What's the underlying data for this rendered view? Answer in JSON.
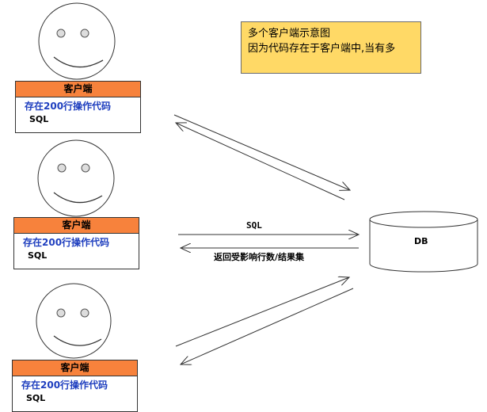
{
  "note": {
    "line1": "多个客户端示意图",
    "line2": "因为代码存在于客户端中,当有多"
  },
  "clients": [
    {
      "header": "客户端",
      "line1": "存在200行操作代码",
      "line2": "SQL"
    },
    {
      "header": "客户端",
      "line1": "存在200行操作代码",
      "line2": "SQL"
    },
    {
      "header": "客户端",
      "line1": "存在200行操作代码",
      "line2": "SQL"
    }
  ],
  "arrows": {
    "request_label": "SQL",
    "response_label": "返回受影响行数/结果集"
  },
  "db": {
    "label": "DB"
  },
  "colors": {
    "note_bg": "#ffd966",
    "client_header_bg": "#f7823c",
    "client_code_text": "#1f3fbf"
  }
}
